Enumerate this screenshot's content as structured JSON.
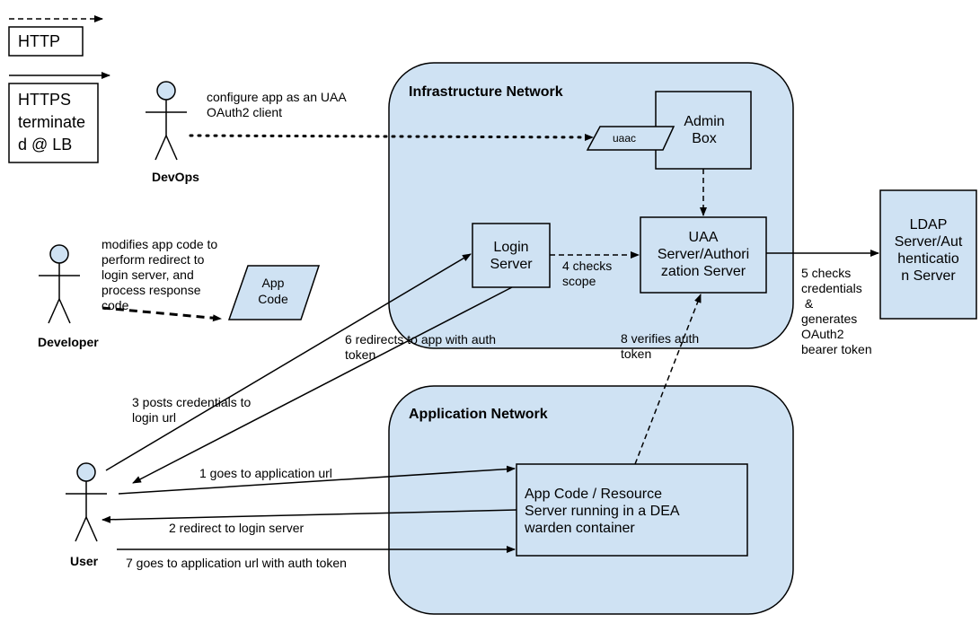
{
  "legend": {
    "http": "HTTP",
    "https": "HTTPS\nterminate\nd @ LB"
  },
  "networks": {
    "infrastructure": "Infrastructure Network",
    "application": "Application Network"
  },
  "actors": {
    "devops": "DevOps",
    "developer": "Developer",
    "user": "User"
  },
  "boxes": {
    "admin_box": "Admin\nBox",
    "uaac": "uaac",
    "login_server": "Login\nServer",
    "uaa_server": "UAA\nServer/Authori\nzation Server",
    "ldap_server": "LDAP\nServer/Aut\nhenticatio\nn Server",
    "app_code": "App\nCode",
    "resource_server": "App Code / Resource\nServer running in a DEA\nwarden container"
  },
  "annotations": {
    "devops_note": "configure app as an UAA\nOAuth2 client",
    "developer_note": "modifies app code to\nperform redirect to\nlogin server, and\nprocess response\ncode",
    "step1": "1 goes to application url",
    "step2": "2 redirect to login server",
    "step3": "3 posts credentials to\nlogin url",
    "step4": "4 checks\nscope",
    "step5": "5 checks\ncredentials\n &\ngenerates\nOAuth2\nbearer token",
    "step6": "6 redirects to app with auth\ntoken",
    "step7": "7 goes to application url with auth token",
    "step8": "8 verifies auth\ntoken"
  },
  "colors": {
    "network_fill": "#cfe2f3",
    "box_fill": "#cfe2f3",
    "actor_head": "#cfe2f3",
    "stroke": "#000000"
  }
}
